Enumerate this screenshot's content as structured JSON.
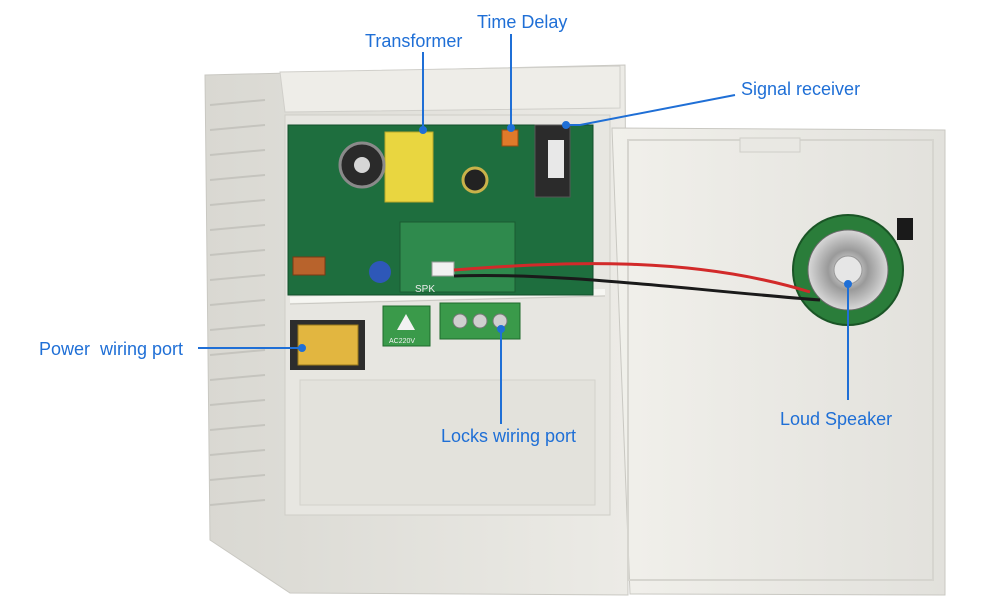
{
  "callouts": {
    "transformer": "Transformer",
    "time_delay": "Time Delay",
    "signal_receiver": "Signal receiver",
    "power_port": "Power  wiring port",
    "locks_port": "Locks wiring port",
    "speaker": "Loud Speaker"
  },
  "board_marks": {
    "spk": "SPK",
    "ac": "AC220V"
  },
  "colors": {
    "callout": "#1f6fd6",
    "housing": "#e4e3de",
    "pcb": "#1e6e3e",
    "terminal": "#3a9a4a",
    "fuse": "#e2b640",
    "wire_red": "#d22a2a",
    "wire_black": "#1a1a1a"
  }
}
